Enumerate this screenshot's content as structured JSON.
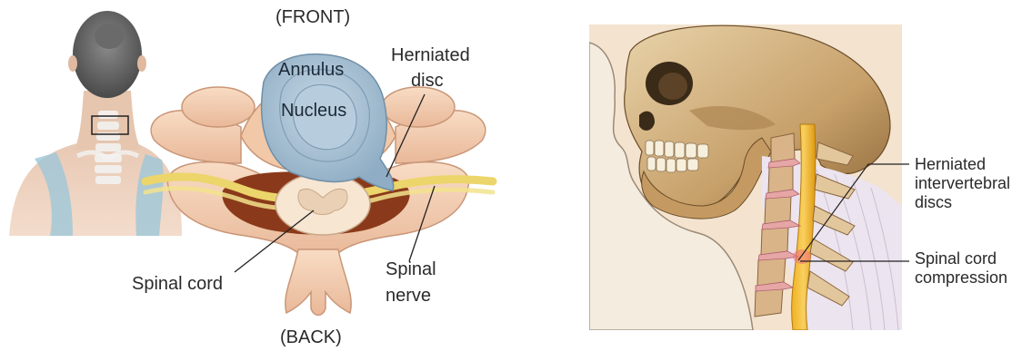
{
  "left_figure": {
    "front_label": "(FRONT)",
    "back_label": "(BACK)",
    "annulus_label": "Annulus",
    "nucleus_label": "Nucleus",
    "herniated_disc_label_line1": "Herniated",
    "herniated_disc_label_line2": "disc",
    "spinal_cord_label": "Spinal cord",
    "spinal_nerve_label_line1": "Spinal",
    "spinal_nerve_label_line2": "nerve"
  },
  "right_figure": {
    "herniated_discs_label_line1": "Herniated",
    "herniated_discs_label_line2": "intervertebral",
    "herniated_discs_label_line3": "discs",
    "compression_label_line1": "Spinal cord",
    "compression_label_line2": "compression"
  },
  "colors": {
    "bone": "#f4cdb0",
    "bone_shadow": "#d9a88a",
    "disc": "#a9c3d6",
    "disc_edge": "#6f8fa8",
    "nerve": "#ecd56a",
    "cord": "#f7e6d2",
    "canal": "#8a3a1a"
  }
}
